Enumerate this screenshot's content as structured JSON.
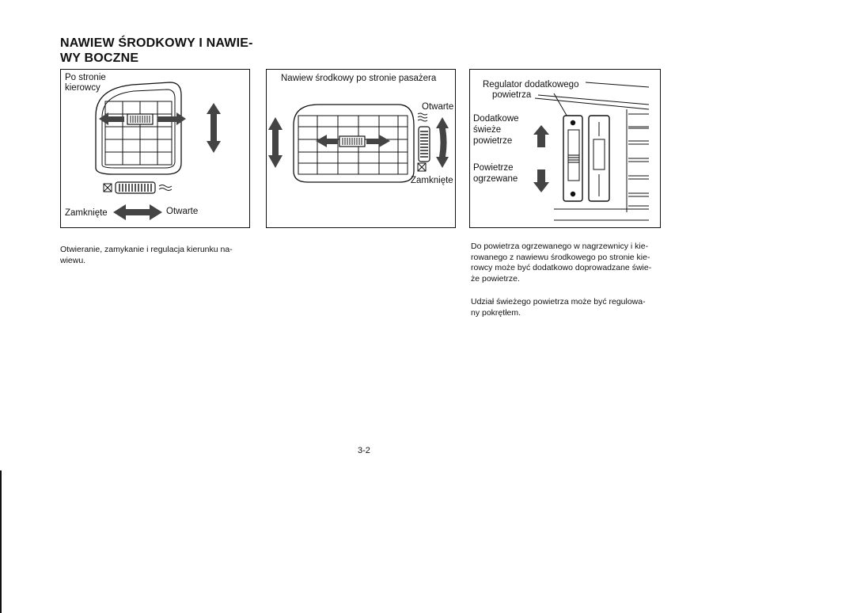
{
  "heading": {
    "line1": "NAWIEW ŚRODKOWY I NAWIE-",
    "line2": "WY BOCZNE"
  },
  "panel_driver": {
    "label_line1": "Po stronie",
    "label_line2": "kierowcy",
    "closed": "Zamknięte",
    "open": "Otwarte"
  },
  "panel_center": {
    "title": "Nawiew środkowy po stronie pasażera",
    "open": "Otwarte",
    "closed": "Zamknięte"
  },
  "panel_regulator": {
    "regulator_line1": "Regulator dodatkowego",
    "regulator_line2": "powietrza",
    "fresh_line1": "Dodatkowe",
    "fresh_line2": "świeże",
    "fresh_line3": "powietrze",
    "heated_line1": "Powietrze",
    "heated_line2": "ogrzewane"
  },
  "text_left": {
    "line1": "Otwieranie, zamykanie i regulacja kierunku na-",
    "line2": "wiewu."
  },
  "text_right": {
    "p1_line1": "Do powietrza ogrzewanego w nagrzewnicy i kie-",
    "p1_line2": "rowanego z nawiewu środkowego po stronie kie-",
    "p1_line3": "rowcy może być dodatkowo doprowadzane świe-",
    "p1_line4": "że powietrze.",
    "p2_line1": "Udział świeżego powietrza może być regulowa-",
    "p2_line2": "ny pokrętłem."
  },
  "page_number": "3-2"
}
